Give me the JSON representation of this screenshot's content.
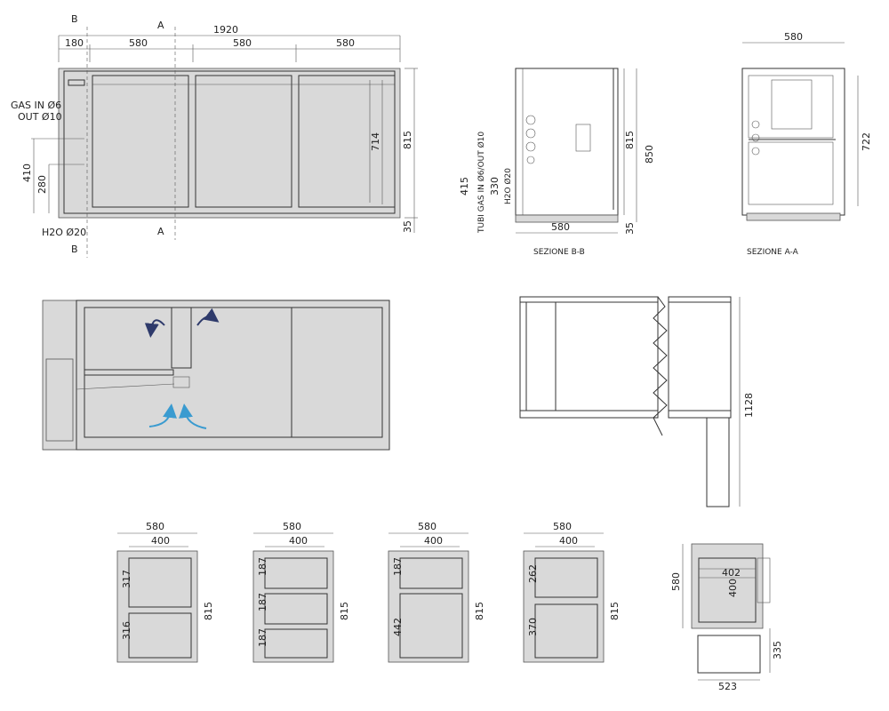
{
  "front_view": {
    "sections": {
      "a": "A",
      "b": "B"
    },
    "overall_width": "1920",
    "segments": [
      "180",
      "580",
      "580",
      "580"
    ],
    "height_815": "815",
    "height_714": "714",
    "feet_35": "35",
    "gas_in": "GAS IN Ø6",
    "out": "OUT Ø10",
    "h410": "410",
    "h280": "280",
    "h2o": "H2O Ø20"
  },
  "section_bb": {
    "tubi": "TUBI GAS IN Ø6/OUT Ø10",
    "h2o": "H2O Ø20",
    "h415": "415",
    "h330": "330",
    "h815": "815",
    "h850": "850",
    "w580": "580",
    "feet_35": "35",
    "caption": "SEZIONE B-B"
  },
  "section_aa": {
    "w580": "580",
    "h722": "722",
    "caption": "SEZIONE A-A"
  },
  "side_view": {
    "h1128": "1128"
  },
  "drawer_views": [
    {
      "w580": "580",
      "w400": "400",
      "h815": "815",
      "inner": [
        "317",
        "316"
      ]
    },
    {
      "w580": "580",
      "w400": "400",
      "h815": "815",
      "inner": [
        "187",
        "187",
        "187"
      ]
    },
    {
      "w580": "580",
      "w400": "400",
      "h815": "815",
      "inner": [
        "187",
        "442"
      ]
    },
    {
      "w580": "580",
      "w400": "400",
      "h815": "815",
      "inner": [
        "262",
        "370"
      ]
    }
  ],
  "tray_view": {
    "h580": "580",
    "w402": "402",
    "h400": "400",
    "h335": "335",
    "w523": "523"
  },
  "colors": {
    "line": "#333333",
    "arrow_dark": "#2e3a6b",
    "arrow_light": "#3a9bd0",
    "panel": "#d9d9d9"
  }
}
